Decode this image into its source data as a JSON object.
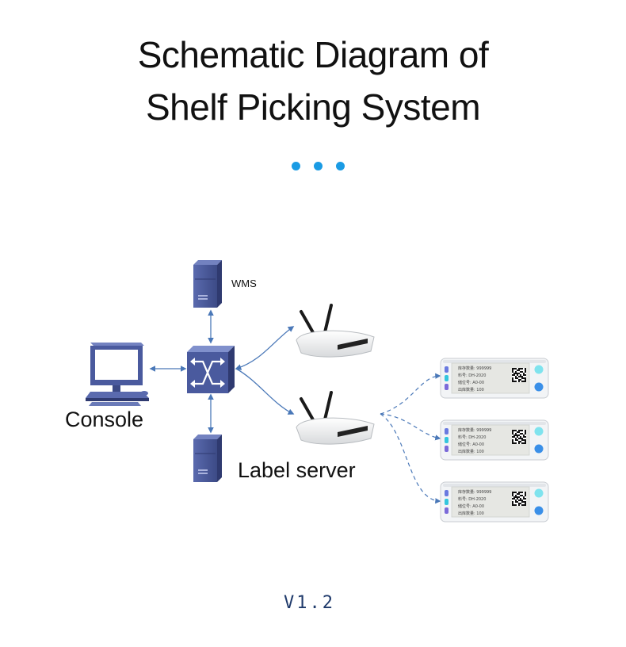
{
  "title": {
    "line1": "Schematic Diagram of",
    "line2": "Shelf Picking System"
  },
  "labels": {
    "wms": "WMS",
    "console": "Console",
    "label_server": "Label server"
  },
  "version": "V1.2",
  "tags": [
    {
      "lines": [
        "库存数量: 999999",
        "料号: DH-2020",
        "储位号: A0-00",
        "出库数量: 100"
      ]
    },
    {
      "lines": [
        "库存数量: 999999",
        "料号: DH-2020",
        "储位号: A0-00",
        "出库数量: 100"
      ]
    },
    {
      "lines": [
        "库存数量: 999999",
        "料号: DH-2020",
        "储位号: A0-00",
        "出库数量: 100"
      ]
    }
  ],
  "colors": {
    "accent_dots": "#1a9be4",
    "device_blue": "#4a5a9e",
    "connector": "#4a78b8",
    "version_text": "#1f3a6b"
  },
  "icons": [
    "server-icon",
    "switch-icon",
    "computer-icon",
    "router-icon",
    "e-paper-label-icon"
  ]
}
